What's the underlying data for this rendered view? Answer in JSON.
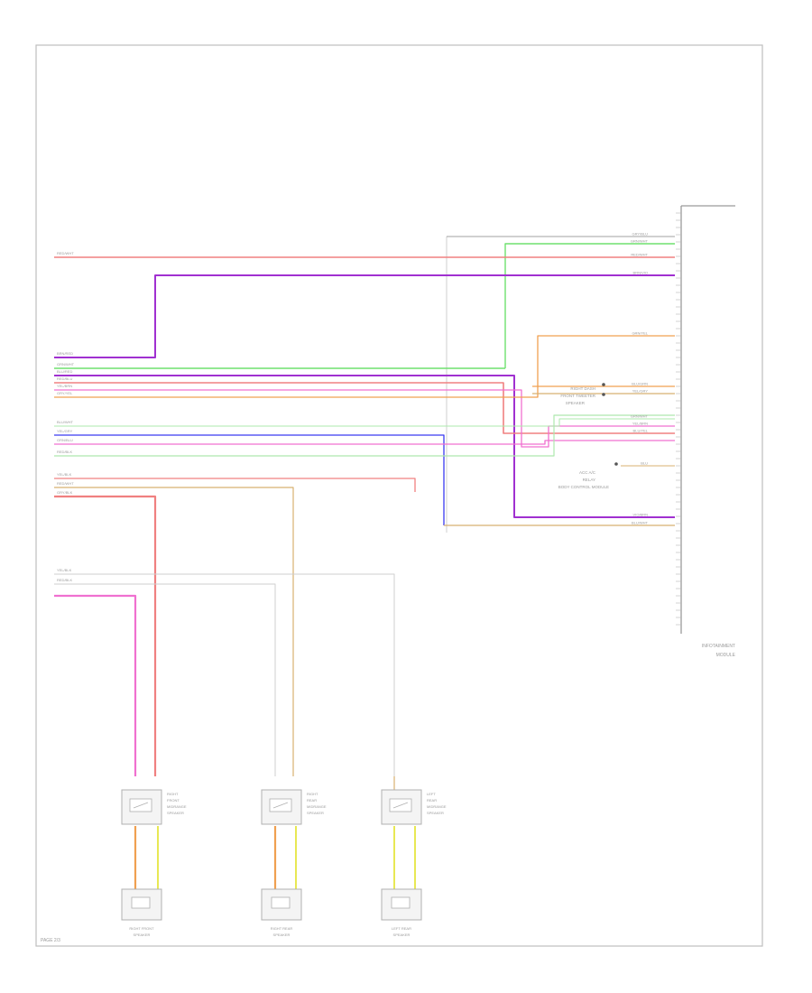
{
  "diagram": {
    "module_label": [
      "INFOTAINMENT",
      "MODULE"
    ],
    "page_ref": "PAGE 2/3",
    "colors": {
      "red": "#f08080",
      "pink": "#f070d0",
      "magenta": "#d030c0",
      "violet": "#a030d0",
      "blue": "#3a3af0",
      "green": "#6ee06e",
      "lightgreen": "#aee8ae",
      "orange": "#f0a050",
      "tan": "#d8b070",
      "yellow": "#e6e640",
      "gray": "#a0a0a0",
      "lightgray": "#cfcfcf"
    },
    "left_labels": [
      "RED/WHT",
      "BRN/RED",
      "GRN/WHT",
      "BLU/RED",
      "RED/BLU",
      "YEL/BRN",
      "GRY/YEL",
      "BLU/WHT",
      "YEL/GRY",
      "GRN/BLU",
      "RED/BLK",
      "YEL/BLK",
      "RED/WHT",
      "GRY/BLK",
      "YEL/BLK",
      "RED/BLK"
    ],
    "right_labels": [
      "GRY/BLU",
      "GRN/WHT",
      "RED/WHT",
      "BRN/VIO",
      "GRN/YEL",
      "BLU/GRN",
      "YEL/GRY",
      "GRN/WHT",
      "YEL/BRN",
      "BLU/YEL",
      "BLU",
      "VIO/BRN",
      "BLU/WHT"
    ],
    "mid_callouts": [
      [
        "RIGHT DASH",
        "FRONT TWEETER",
        "SPEAKER"
      ],
      [
        "ACC A/C",
        "RELAY",
        "BODY CONTROL MODULE"
      ]
    ],
    "speakers": [
      {
        "name": [
          "RIGHT",
          "FRONT",
          "MIDRANGE",
          "SPEAKER"
        ],
        "grille_name": [
          "RIGHT FRONT",
          "SPEAKER"
        ]
      },
      {
        "name": [
          "RIGHT",
          "REAR",
          "MIDRANGE",
          "SPEAKER"
        ],
        "grille_name": [
          "RIGHT REAR",
          "SPEAKER"
        ]
      },
      {
        "name": [
          "LEFT",
          "REAR",
          "MIDRANGE",
          "SPEAKER"
        ],
        "grille_name": [
          "LEFT REAR",
          "SPEAKER"
        ]
      }
    ]
  }
}
